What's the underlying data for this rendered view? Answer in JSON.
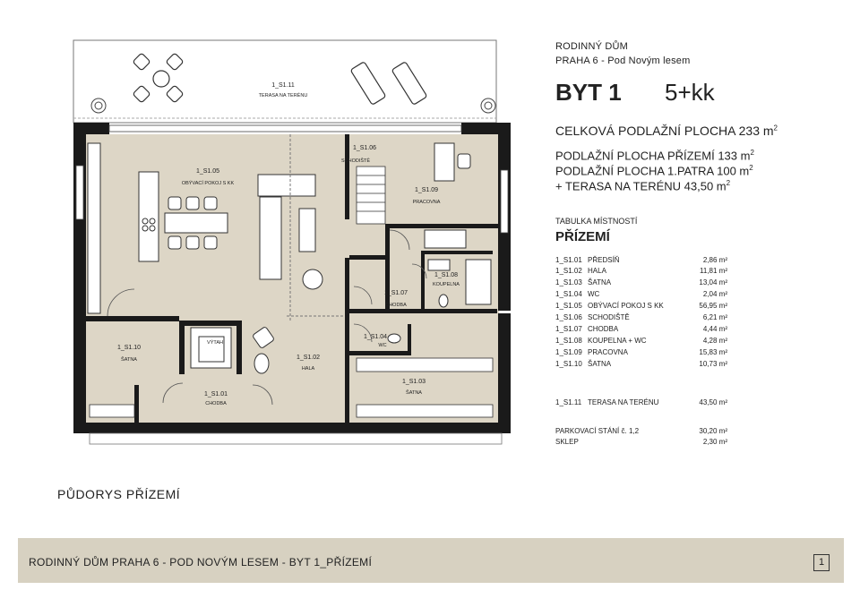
{
  "header": {
    "project": "RODINNÝ DŮM",
    "address": "PRAHA 6 - Pod Novým lesem",
    "unit": "BYT 1",
    "layout": "5+kk"
  },
  "areas": {
    "total_label": "CELKOVÁ PODLAŽNÍ PLOCHA  233 m",
    "ground_label": "PODLAŽNÍ PLOCHA PŘÍZEMÍ 133 m",
    "first_label": "PODLAŽNÍ PLOCHA 1.PATRA 100 m",
    "terrace_label": "+ TERASA NA TERÉNU 43,50 m",
    "sup": "2"
  },
  "room_table": {
    "title": "TABULKA MÍSTNOSTÍ",
    "floor": "PŘÍZEMÍ",
    "rows": [
      {
        "id": "1_S1.01",
        "name": "PŘEDSÍŇ",
        "area": "2,86 m²"
      },
      {
        "id": "1_S1.02",
        "name": "HALA",
        "area": "11,81 m²"
      },
      {
        "id": "1_S1.03",
        "name": "ŠATNA",
        "area": "13,04 m²"
      },
      {
        "id": "1_S1.04",
        "name": "WC",
        "area": "2,04 m²"
      },
      {
        "id": "1_S1.05",
        "name": "OBÝVACÍ POKOJ S KK",
        "area": "56,95 m²"
      },
      {
        "id": "1_S1.06",
        "name": "SCHODIŠTĚ",
        "area": "6,21 m²"
      },
      {
        "id": "1_S1.07",
        "name": "CHODBA",
        "area": "4,44 m²"
      },
      {
        "id": "1_S1.08",
        "name": "KOUPELNA + WC",
        "area": "4,28 m²"
      },
      {
        "id": "1_S1.09",
        "name": "PRACOVNA",
        "area": "15,83 m²"
      },
      {
        "id": "1_S1.10",
        "name": "ŠATNA",
        "area": "10,73 m²"
      }
    ],
    "terrace": {
      "id": "1_S1.11",
      "name": "TERASA NA TERÉNU",
      "area": "43,50 m²"
    },
    "extras": [
      {
        "name": "PARKOVACÍ STÁNÍ č. 1,2",
        "area": "30,20 m²"
      },
      {
        "name": "SKLEP",
        "area": "2,30 m²"
      }
    ]
  },
  "plan": {
    "caption": "PŮDORYS PŘÍZEMÍ",
    "rooms": [
      {
        "code": "1_S1.11",
        "name": "TERASA NA TERÉNU"
      },
      {
        "code": "1_S1.05",
        "name": "OBÝVACÍ POKOJ S KK"
      },
      {
        "code": "1_S1.06",
        "name": "SCHODIŠTĚ"
      },
      {
        "code": "1_S1.09",
        "name": "PRACOVNA"
      },
      {
        "code": "1_S1.08",
        "name": "KOUPELNA"
      },
      {
        "code": "1_S1.07",
        "name": "CHODBA"
      },
      {
        "code": "1_S1.10",
        "name": "ŠATNA"
      },
      {
        "code": "",
        "name": "VÝTAH"
      },
      {
        "code": "1_S1.02",
        "name": "HALA"
      },
      {
        "code": "1_S1.04",
        "name": "WC"
      },
      {
        "code": "1_S1.03",
        "name": "ŠATNA"
      },
      {
        "code": "1_S1.01",
        "name": "CHODBA"
      }
    ]
  },
  "footer": {
    "text": "RODINNÝ DŮM PRAHA 6 - POD NOVÝM LESEM - BYT 1_PŘÍZEMÍ",
    "page": "1"
  },
  "colors": {
    "floor": "#ddd6c6",
    "wall": "#1a1a1a",
    "footer_bg": "#d7d1c1"
  }
}
